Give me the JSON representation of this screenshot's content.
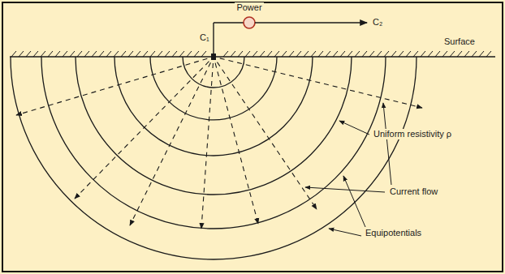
{
  "diagram": {
    "labels": [
      "Power",
      "C₁",
      "C₂",
      "Surface",
      "Uniform resistivity ρ",
      "Current flow",
      "Equipotentials"
    ]
  }
}
